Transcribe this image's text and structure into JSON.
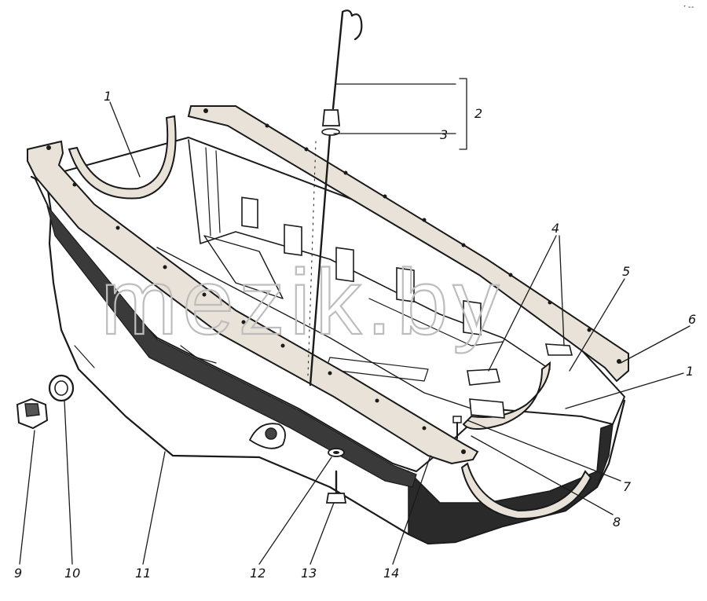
{
  "diagram": {
    "watermark": "mezik.by",
    "corner_mark": "ᐩ ⁃⁃",
    "callouts": [
      {
        "id": "1a",
        "text": "1"
      },
      {
        "id": "1b",
        "text": "1"
      },
      {
        "id": "2",
        "text": "2"
      },
      {
        "id": "3",
        "text": "3"
      },
      {
        "id": "4",
        "text": "4"
      },
      {
        "id": "5",
        "text": "5"
      },
      {
        "id": "6",
        "text": "6"
      },
      {
        "id": "7",
        "text": "7"
      },
      {
        "id": "8",
        "text": "8"
      },
      {
        "id": "9",
        "text": "9"
      },
      {
        "id": "10",
        "text": "10"
      },
      {
        "id": "11",
        "text": "11"
      },
      {
        "id": "12",
        "text": "12"
      },
      {
        "id": "13",
        "text": "13"
      },
      {
        "id": "14",
        "text": "14"
      }
    ],
    "colors": {
      "ink": "#1a1a1a",
      "gasket": "#e8e2d8",
      "watermark": "#bdbdbd",
      "paper": "#ffffff"
    }
  }
}
